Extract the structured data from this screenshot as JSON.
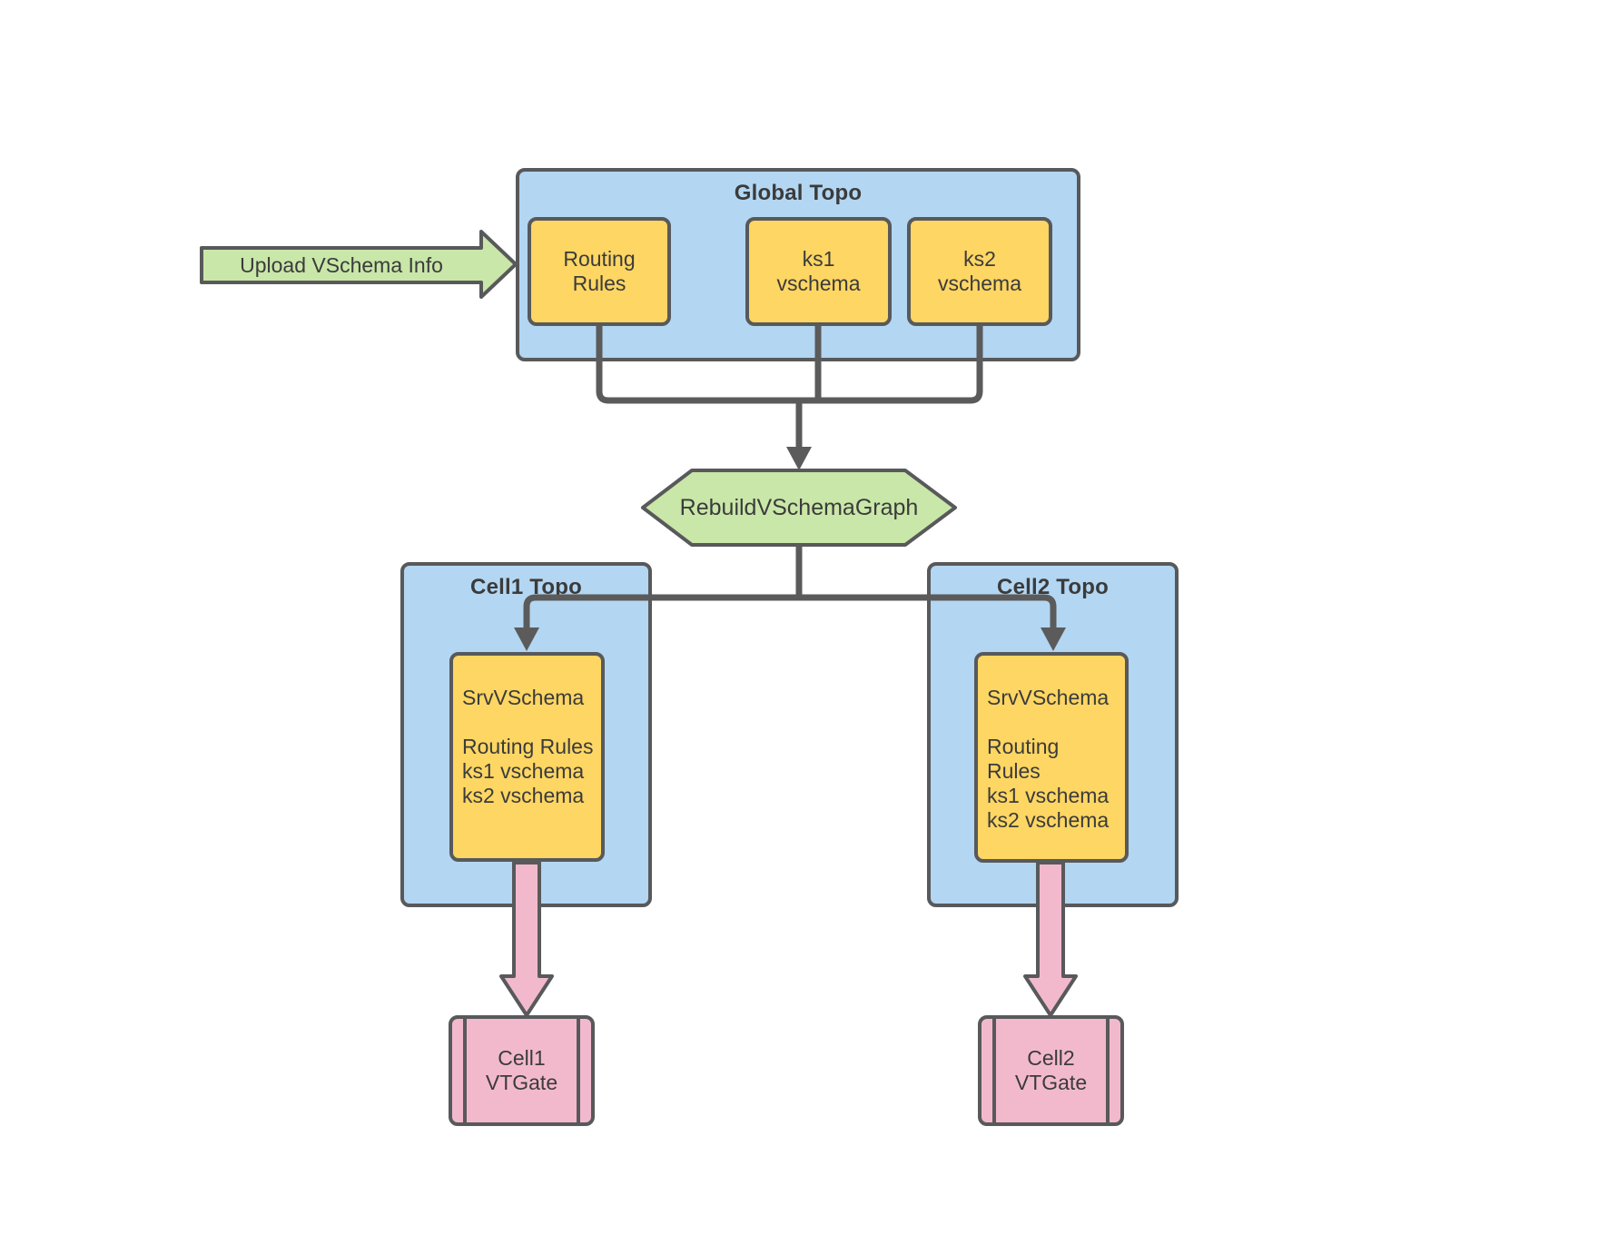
{
  "upload_arrow": {
    "label": "Upload VSchema Info"
  },
  "global_topo": {
    "title": "Global Topo",
    "routing_rules": {
      "lines": [
        "Routing",
        "Rules"
      ]
    },
    "ks1": {
      "lines": [
        "ks1",
        "vschema"
      ]
    },
    "ks2": {
      "lines": [
        "ks2",
        "vschema"
      ]
    }
  },
  "rebuild_step": {
    "label": "RebuildVSchemaGraph"
  },
  "cell1": {
    "title": "Cell1 Topo",
    "srv_vschema": {
      "lines": [
        "SrvVSchema",
        "Routing Rules",
        "ks1 vschema",
        "ks2 vschema"
      ]
    },
    "vtgate": {
      "lines": [
        "Cell1",
        "VTGate"
      ]
    }
  },
  "cell2": {
    "title": "Cell2 Topo",
    "srv_vschema": {
      "lines": [
        "SrvVSchema",
        "Routing Rules",
        "ks1 vschema",
        "ks2 vschema"
      ]
    },
    "vtgate": {
      "lines": [
        "Cell2",
        "VTGate"
      ]
    }
  },
  "colors": {
    "container_blue": "#b3d6f2",
    "node_yellow": "#fdd663",
    "accent_green": "#c9e7a8",
    "accent_pink": "#f2b9cd",
    "shape_border": "#58595b",
    "connector_gray": "#5b5b5b",
    "text": "#3b3b3b"
  }
}
